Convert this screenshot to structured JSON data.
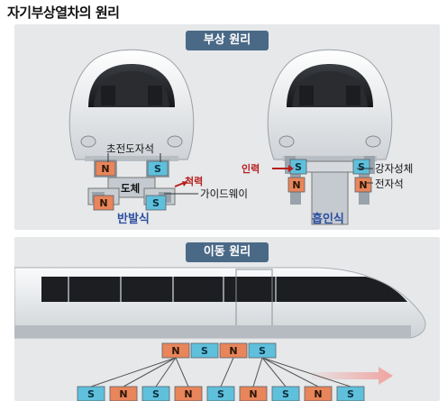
{
  "title": "자기부상열차의 원리",
  "levitation": {
    "badge": "부상 원리",
    "repulsive": {
      "name": "반발식",
      "superconducting_magnet": "초전도자석",
      "conductor": "도체",
      "repulsion": "척력",
      "guideway": "가이드웨이",
      "poles": [
        "N",
        "S",
        "N",
        "S"
      ]
    },
    "attractive": {
      "name": "흡인식",
      "attraction": "인력",
      "ferromagnet": "강자성체",
      "electromagnet": "전자석",
      "poles": [
        "S",
        "S",
        "N",
        "N"
      ]
    }
  },
  "movement": {
    "badge": "이동 원리",
    "train_magnets": [
      "N",
      "S",
      "N",
      "S"
    ],
    "track_magnets": [
      "S",
      "N",
      "S",
      "N",
      "S",
      "N",
      "S",
      "N",
      "S"
    ]
  },
  "colors": {
    "north": "#e8855a",
    "south": "#5fc0dc",
    "panel": "#e6e8ea",
    "badge": "#4a6987",
    "attraction_red": "#b81e1e",
    "label_blue": "#2d4fa0",
    "arrow_pink": "#f0a4a0"
  }
}
